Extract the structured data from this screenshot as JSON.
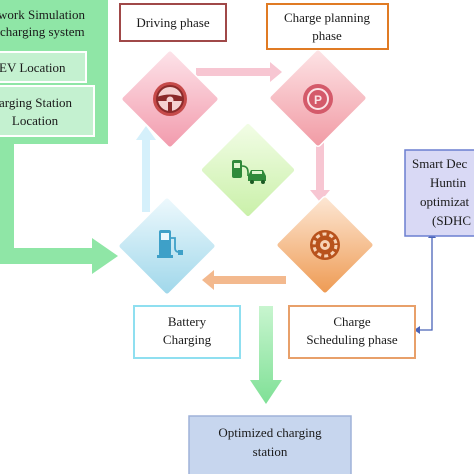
{
  "network_panel": {
    "title_line1": "work Simulation",
    "title_line2": "charging system",
    "ev_location": "EV Location",
    "station_location_line1": "arging Station",
    "station_location_line2": "Location"
  },
  "phases": {
    "driving": "Driving phase",
    "charge_planning_line1": "Charge planning",
    "charge_planning_line2": "phase",
    "battery_line1": "Battery",
    "battery_line2": "Charging",
    "scheduling_line1": "Charge",
    "scheduling_line2": "Scheduling phase"
  },
  "optimizer_panel": {
    "line1": "Smart Dec",
    "line2": "Huntin",
    "line3": "optimizat",
    "line4": "(SDHC"
  },
  "output": {
    "line1": "Optimized charging",
    "line2": "station"
  },
  "icons": {
    "steering": "steering-wheel-icon",
    "parking": "parking-icon",
    "ev": "ev-car-icon",
    "gear": "settings-gear-icon",
    "charger": "charging-station-icon"
  },
  "colors": {
    "green": "#8ee8a6",
    "pink": "#f4a9b6",
    "orange": "#f0a35e",
    "light_blue": "#a9dcea",
    "panel_border_red": "#a04848",
    "panel_border_orange": "#e07b24",
    "optimizer_fill": "#d9d9f5"
  }
}
